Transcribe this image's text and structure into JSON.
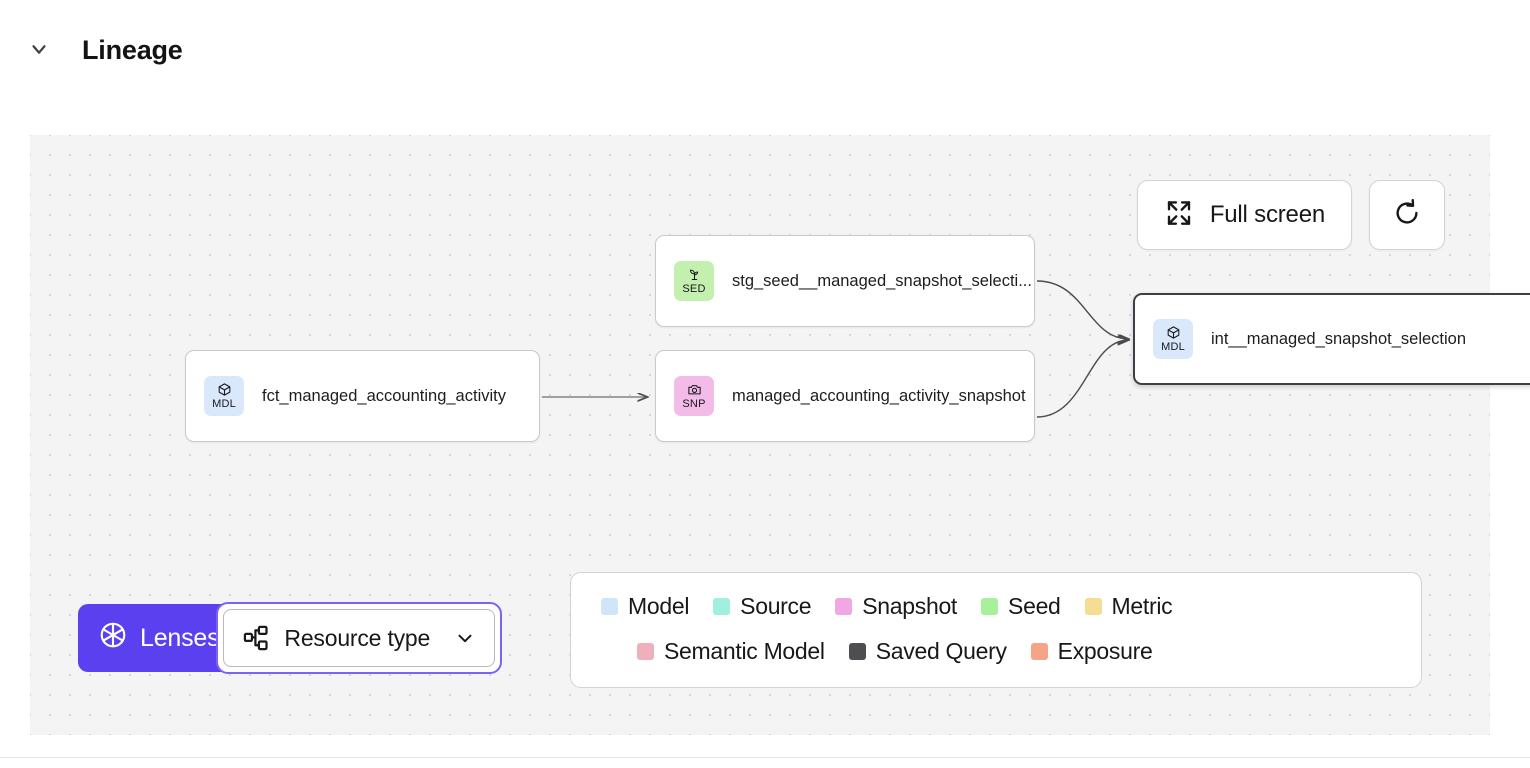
{
  "section": {
    "title": "Lineage",
    "collapse_icon": "chevron-down-icon",
    "expanded": true
  },
  "canvas": {
    "controls": [
      {
        "id": "fullscreen",
        "label": "Full screen",
        "icon": "fullscreen-expand-icon"
      },
      {
        "id": "reset",
        "label": "",
        "icon": "refresh-icon"
      }
    ],
    "nodes": [
      {
        "id": "fct",
        "abbr": "MDL",
        "icon": "cube-icon",
        "label": "fct_managed_accounting_activity",
        "type": "Model",
        "selected": false
      },
      {
        "id": "stg",
        "abbr": "SED",
        "icon": "sprout-icon",
        "label": "stg_seed__managed_snapshot_selecti...",
        "type": "Seed",
        "selected": false
      },
      {
        "id": "snap",
        "abbr": "SNP",
        "icon": "camera-icon",
        "label": "managed_accounting_activity_snapshot",
        "type": "Snapshot",
        "selected": false
      },
      {
        "id": "int",
        "abbr": "MDL",
        "icon": "cube-icon",
        "label": "int__managed_snapshot_selection",
        "type": "Model",
        "selected": true
      }
    ]
  },
  "toolbar": {
    "lenses_label": "Lenses",
    "lenses_icon": "aperture-icon",
    "lenses_color": "#5B40F0",
    "resource_type_label": "Resource type",
    "resource_type_icon": "hierarchy-icon",
    "resource_type_chevron": "chevron-down-icon",
    "resource_type_focused": true
  },
  "legend": {
    "rows": [
      [
        {
          "label": "Model",
          "color": "#CFE5FA"
        },
        {
          "label": "Source",
          "color": "#9FF0DD"
        },
        {
          "label": "Snapshot",
          "color": "#F0A7E3"
        },
        {
          "label": "Seed",
          "color": "#A8F09A"
        },
        {
          "label": "Metric",
          "color": "#F7DC93"
        }
      ],
      [
        {
          "label": "Semantic Model",
          "color": "#F0AFBC"
        },
        {
          "label": "Saved Query",
          "color": "#4E4E52"
        },
        {
          "label": "Exposure",
          "color": "#F5A488"
        }
      ]
    ]
  }
}
